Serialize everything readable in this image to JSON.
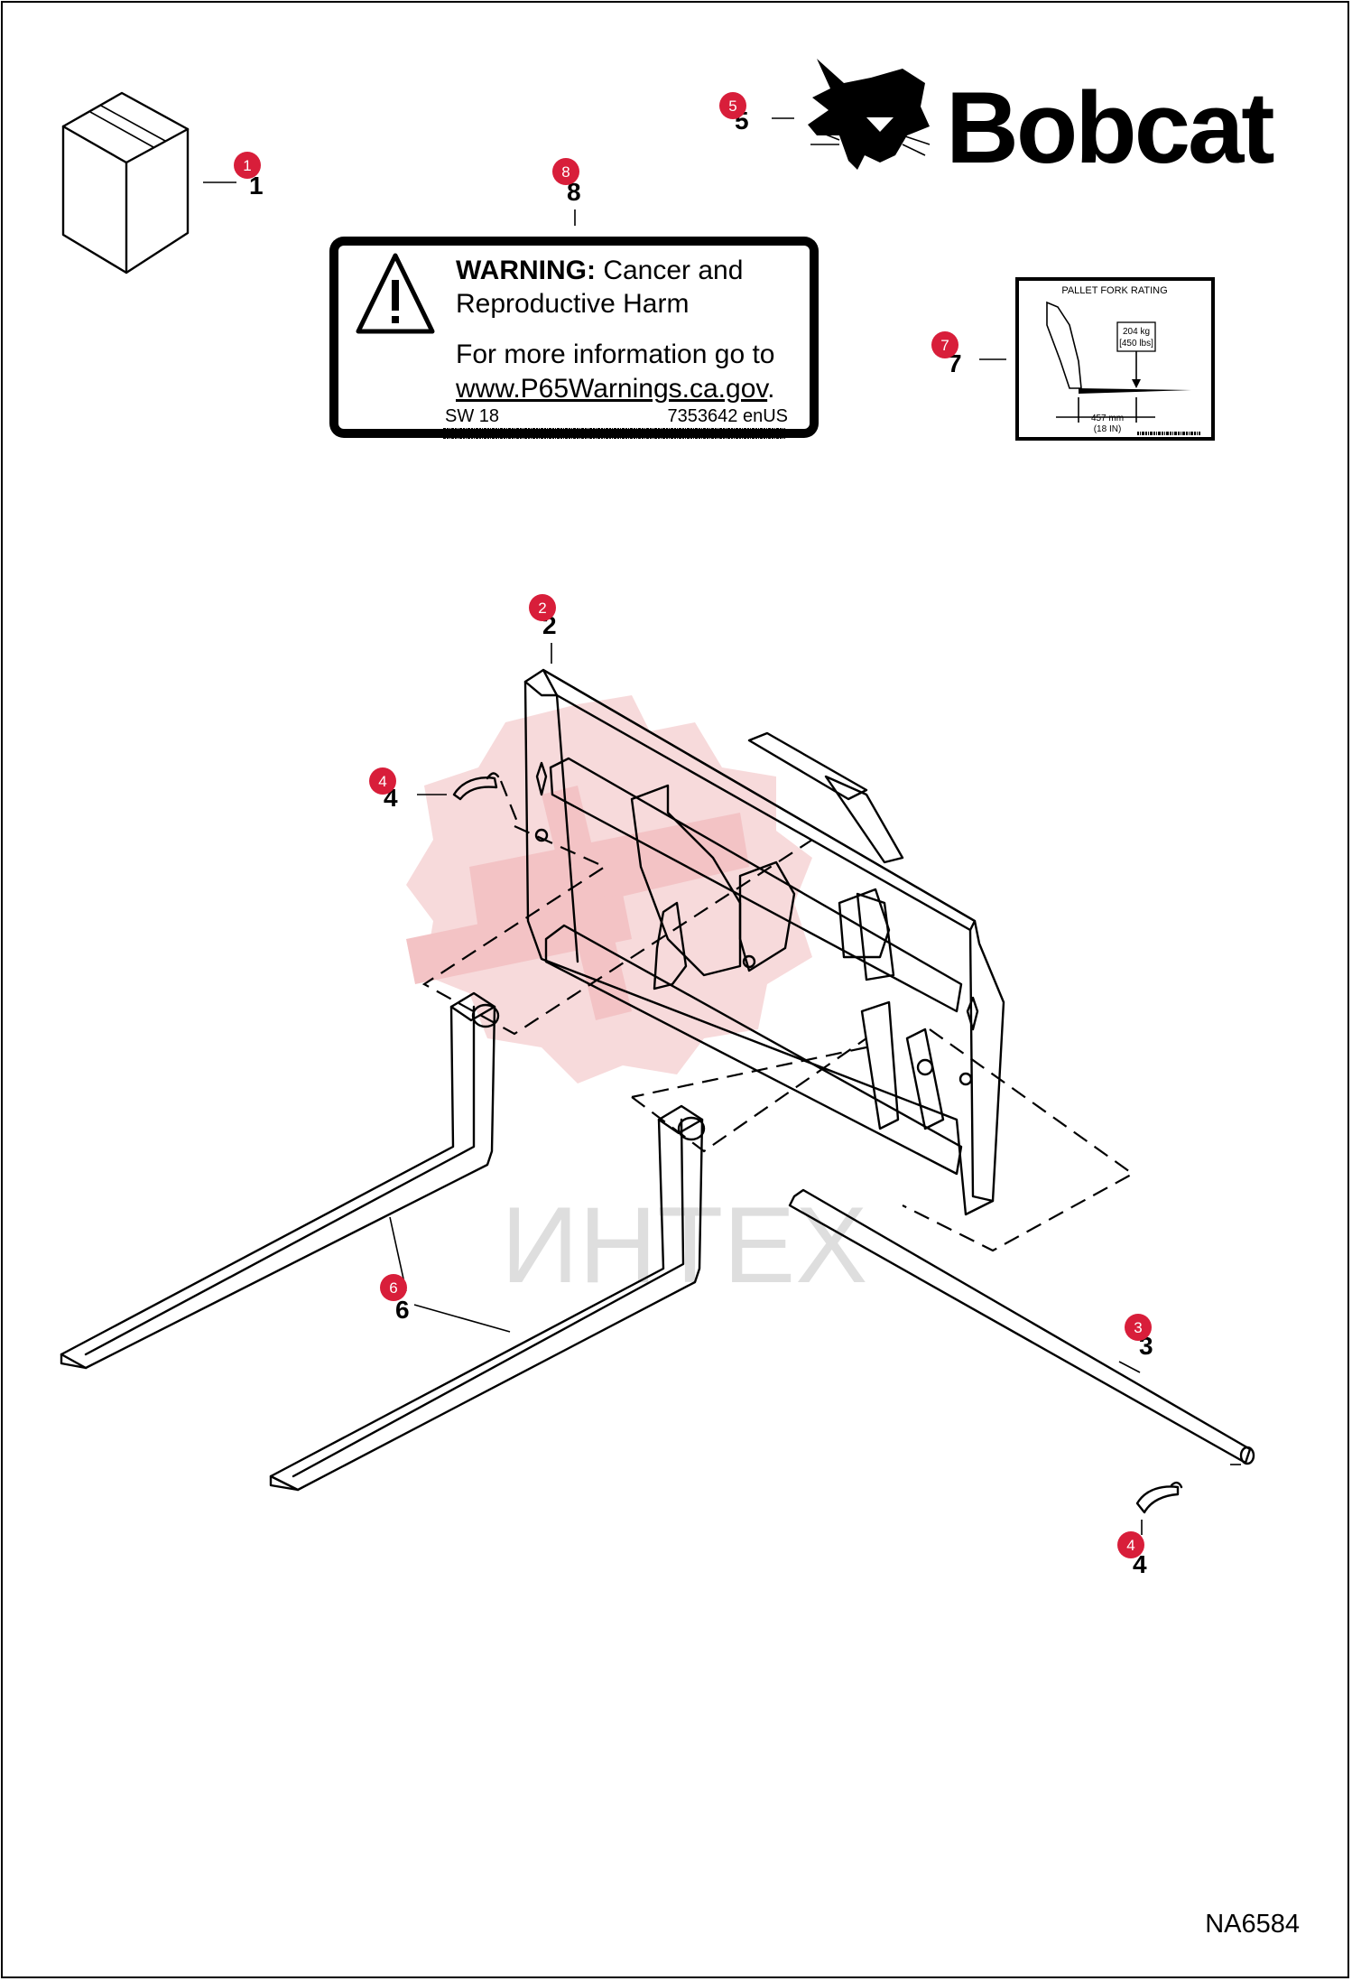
{
  "brand": {
    "name": "Bobcat"
  },
  "warning_decal": {
    "title_bold": "WARNING:",
    "title_rest": " Cancer and",
    "title_line2": "Reproductive Harm",
    "body_line1": "For more information go to",
    "link": "www.P65Warnings.ca.gov",
    "link_suffix": ".",
    "code_left": "SW 18",
    "code_right": "7353642 enUS"
  },
  "fork_rating_decal": {
    "title": "PALLET FORK RATING",
    "load_kg": "204 kg",
    "load_lbs": "[450 lbs]",
    "dist_mm": "457 mm",
    "dist_in": "(18 IN)"
  },
  "watermark": {
    "text": "ИНТЕХ"
  },
  "drawing_id": "NA6584",
  "callouts": [
    {
      "id": "c1",
      "label": "1",
      "part": "1"
    },
    {
      "id": "c5",
      "label": "5",
      "part": "5"
    },
    {
      "id": "c8",
      "label": "8",
      "part": "8"
    },
    {
      "id": "c7",
      "label": "7",
      "part": "7"
    },
    {
      "id": "c2",
      "label": "2",
      "part": "2"
    },
    {
      "id": "c4a",
      "label": "4",
      "part": "4"
    },
    {
      "id": "c6",
      "label": "6",
      "part": "6"
    },
    {
      "id": "c3",
      "label": "3",
      "part": "3"
    },
    {
      "id": "c4b",
      "label": "4",
      "part": "4"
    }
  ],
  "colors": {
    "callout_fill": "#d81e3a",
    "watermark": "#f4c6c8",
    "ink": "#000000"
  }
}
